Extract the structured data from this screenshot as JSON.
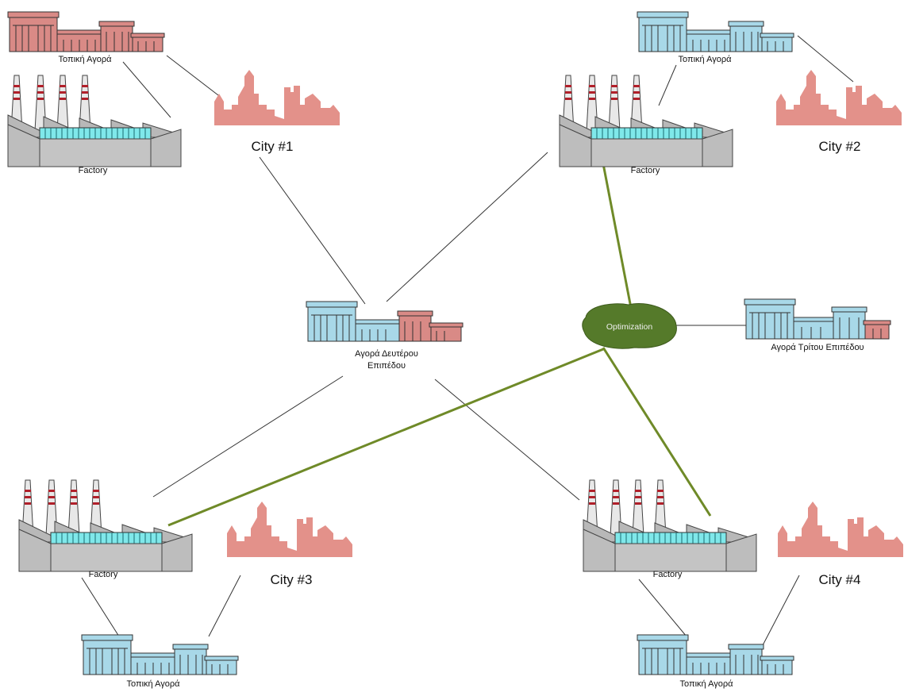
{
  "labels": {
    "local_market": "Τοπική Αγορά",
    "factory": "Factory",
    "second_level_market_line1": "Αγορά Δευτέρου",
    "second_level_market_line2": "Επιπέδου",
    "third_level_market": "Αγορά Τρίτου Επιπέδου",
    "optimization": "Optimization",
    "city_1": "City #1",
    "city_2": "City #2",
    "city_3": "City #3",
    "city_4": "City #4"
  },
  "colors": {
    "market_blue": "#a8d8e8",
    "market_red": "#d98a86",
    "city_pink": "#e3918a",
    "factory_gray": "#c4c4c4",
    "factory_windows": "#7fe8ea",
    "chimney_red": "#b0202a",
    "optimization_green": "#557a2a",
    "optimization_line": "#6f8a28",
    "thin_line": "#333333"
  }
}
